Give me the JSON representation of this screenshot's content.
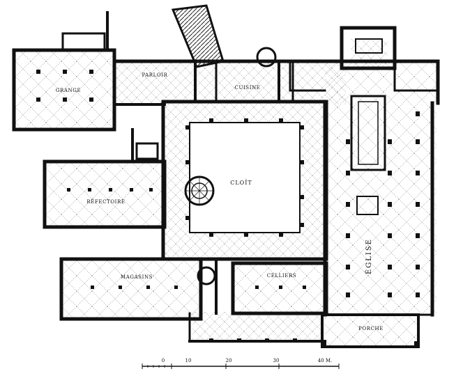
{
  "labels": {
    "grange": "GRANGE",
    "parloir": "PARLOIR",
    "cuisine": "CUISINE",
    "cloitre": "CLOÎT",
    "refectoire": "RÉFECTOIRE",
    "magasins": "MAGASINS",
    "celliers": "CELLIERS",
    "eglise": "ÉGLISE",
    "porche": "PORCHE"
  },
  "scale": {
    "ticks": [
      "0",
      "10",
      "20",
      "30",
      "40 M."
    ]
  },
  "colors": {
    "wall": "#111111",
    "hatch": "#555555",
    "background": "#ffffff"
  }
}
